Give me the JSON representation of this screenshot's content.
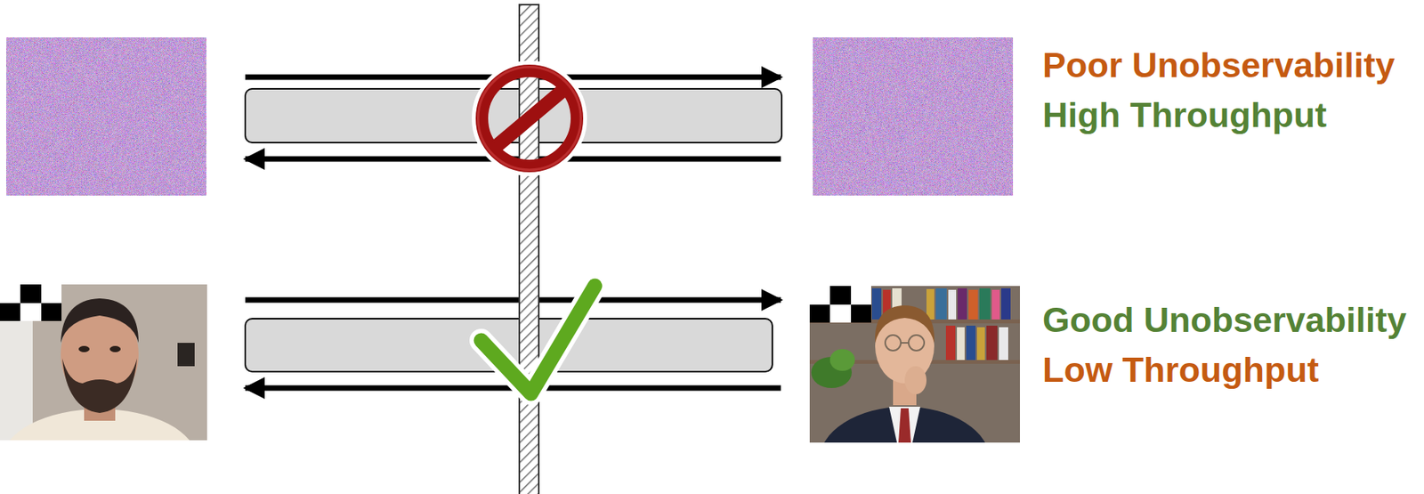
{
  "diagram": {
    "labels": [
      "Poor Unobservability",
      "High Throughput",
      "Good Unobservability",
      "Low Throughput"
    ]
  }
}
